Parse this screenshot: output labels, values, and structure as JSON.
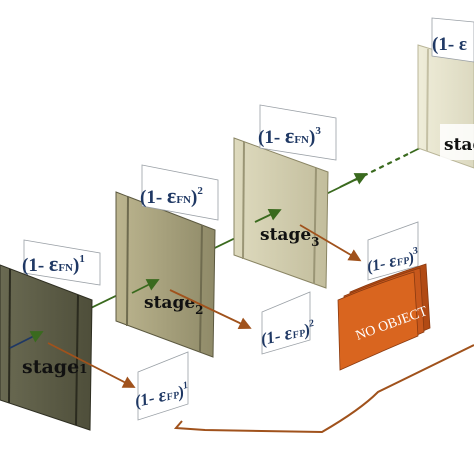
{
  "stages": [
    {
      "label": "stage",
      "index": "1",
      "fn_exp": "1",
      "fp_exp": "1"
    },
    {
      "label": "stage",
      "index": "2",
      "fn_exp": "2",
      "fp_exp": "2"
    },
    {
      "label": "stage",
      "index": "3",
      "fn_exp": "3",
      "fp_exp": "3"
    },
    {
      "label": "stage"
    }
  ],
  "fn_formula": {
    "open": "(1- ",
    "epsilon": "ε",
    "sub": "FN",
    "close": ")"
  },
  "fp_formula": {
    "open": "(1- ",
    "epsilon": "ε",
    "sub": "FP",
    "close": ")"
  },
  "last_fn_partial": "(1- ε",
  "no_object": "NO OBJECT",
  "colors": {
    "true_arrow": "#3a6a1e",
    "false_arrow": "#a0521c",
    "no_object_fill": "#c8581c",
    "formula_text": "#1f3864"
  }
}
